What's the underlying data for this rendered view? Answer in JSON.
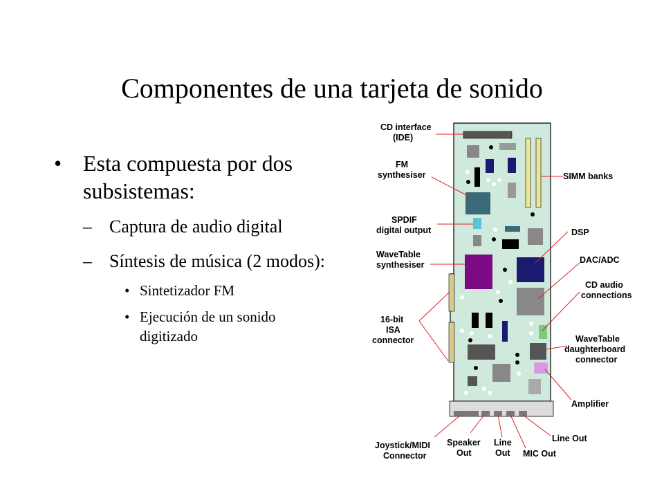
{
  "slide": {
    "title": "Componentes de una tarjeta de sonido",
    "bullets": {
      "main": "Esta compuesta por dos subsistemas:",
      "sub1": "Captura de audio digital",
      "sub2": "Síntesis de música (2 modos):",
      "sub2_items": [
        "Sintetizador FM",
        "Ejecución de un sonido digitizado"
      ],
      "dash": "–",
      "dot": "•"
    }
  },
  "diagram": {
    "board_color": "#cfe9dc",
    "labels": {
      "cd_interface": [
        "CD interface",
        "(IDE)"
      ],
      "fm_synth": [
        "FM",
        "synthesiser"
      ],
      "spdif": [
        "SPDIF",
        "digital output"
      ],
      "wavetable_synth": [
        "WaveTable",
        "synthesiser"
      ],
      "isa": [
        "16-bit",
        "ISA",
        "connector"
      ],
      "simm": [
        "SIMM banks"
      ],
      "dsp": [
        "DSP"
      ],
      "dac_adc": [
        "DAC/ADC"
      ],
      "cd_audio": [
        "CD audio",
        "connections"
      ],
      "wavetable_daughter": [
        "WaveTable",
        "daughterboard",
        "connector"
      ],
      "amplifier": [
        "Amplifier"
      ],
      "joystick": [
        "Joystick/MIDI",
        "Connector"
      ],
      "speaker": [
        "Speaker",
        "Out"
      ],
      "line_out_bottom": [
        "Line",
        "Out"
      ],
      "mic_out": [
        "MIC Out"
      ],
      "line_out_right": [
        "Line Out"
      ]
    }
  }
}
